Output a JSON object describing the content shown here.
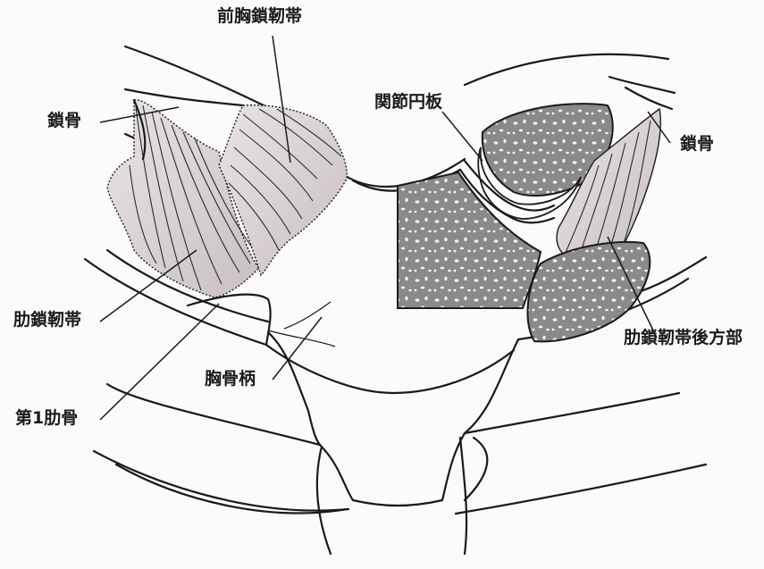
{
  "labels": {
    "anterior_sternoclavicular_ligament": "前胸鎖靭帯",
    "clavicle_left": "鎖骨",
    "articular_disc": "関節円板",
    "clavicle_right": "鎖骨",
    "costoclavicular_ligament": "肋鎖靭帯",
    "manubrium": "胸骨柄",
    "first_rib": "第1肋骨",
    "costoclavicular_ligament_posterior": "肋鎖靭帯後方部"
  },
  "colors": {
    "outline": "#1a1a1a",
    "ligament_fill": "#d9d1d6",
    "bone_cut_fill": "#7f7f7f",
    "paper": "#fbfbfa"
  }
}
